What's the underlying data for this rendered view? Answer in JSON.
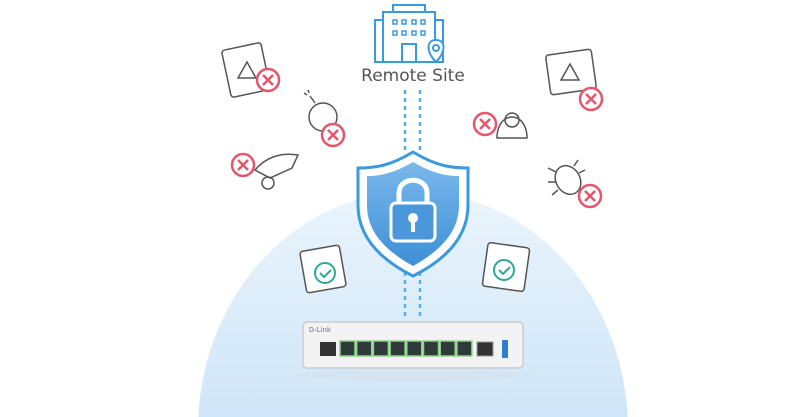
{
  "remote_site": {
    "label": "Remote Site"
  },
  "device": {
    "brand": "D-Link",
    "port_count": 8
  },
  "threats": [
    "browser-warning",
    "bomb",
    "car-thief",
    "hacker",
    "browser-warning",
    "bug"
  ],
  "safe_items": [
    "browser-check",
    "browser-check"
  ],
  "colors": {
    "blue": "#3a9ae0",
    "red": "#e5566b",
    "green": "#2aa89a",
    "dome": "#e3f1fb"
  }
}
